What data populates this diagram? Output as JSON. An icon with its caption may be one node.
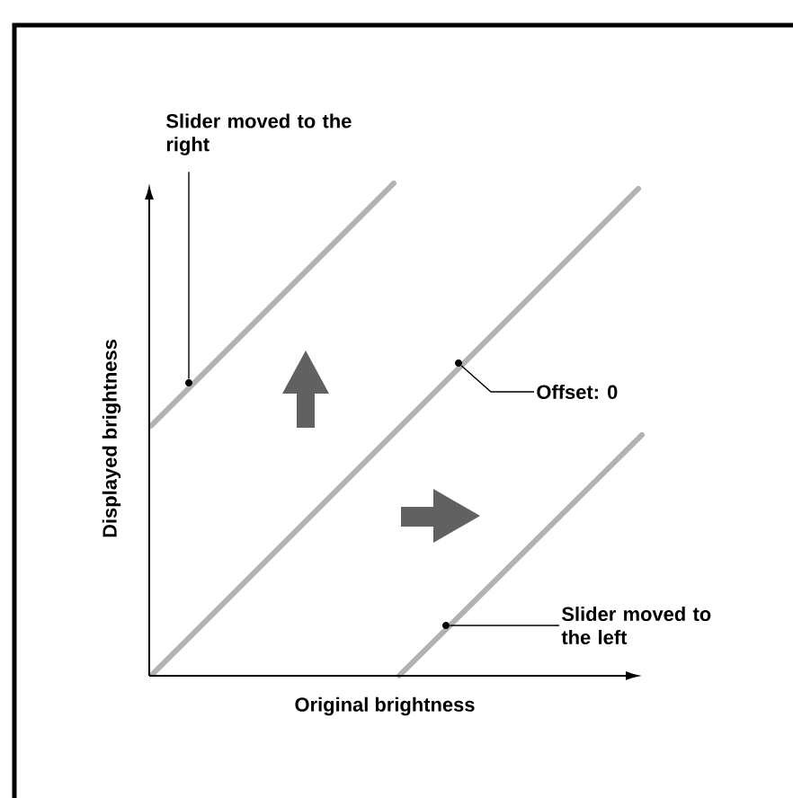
{
  "diagram": {
    "nodes": [
      {
        "text": [
          "Slider moved to the right"
        ]
      },
      {
        "text": [],
        "shape": "circle"
      },
      {
        "text": [
          "Offset: 0"
        ]
      },
      {
        "text": [],
        "shape": "circle"
      },
      {
        "text": [
          "Slider moved to the left"
        ]
      },
      {
        "text": [],
        "shape": "circle"
      }
    ],
    "edges": [
      {
        "from": 0,
        "to": 1,
        "arrow": "none"
      },
      {
        "from": 2,
        "to": 3,
        "arrow": "none"
      },
      {
        "from": 4,
        "to": 5,
        "arrow": "none"
      }
    ],
    "labels": [
      "Displayed brightness",
      "Original brightness"
    ]
  }
}
